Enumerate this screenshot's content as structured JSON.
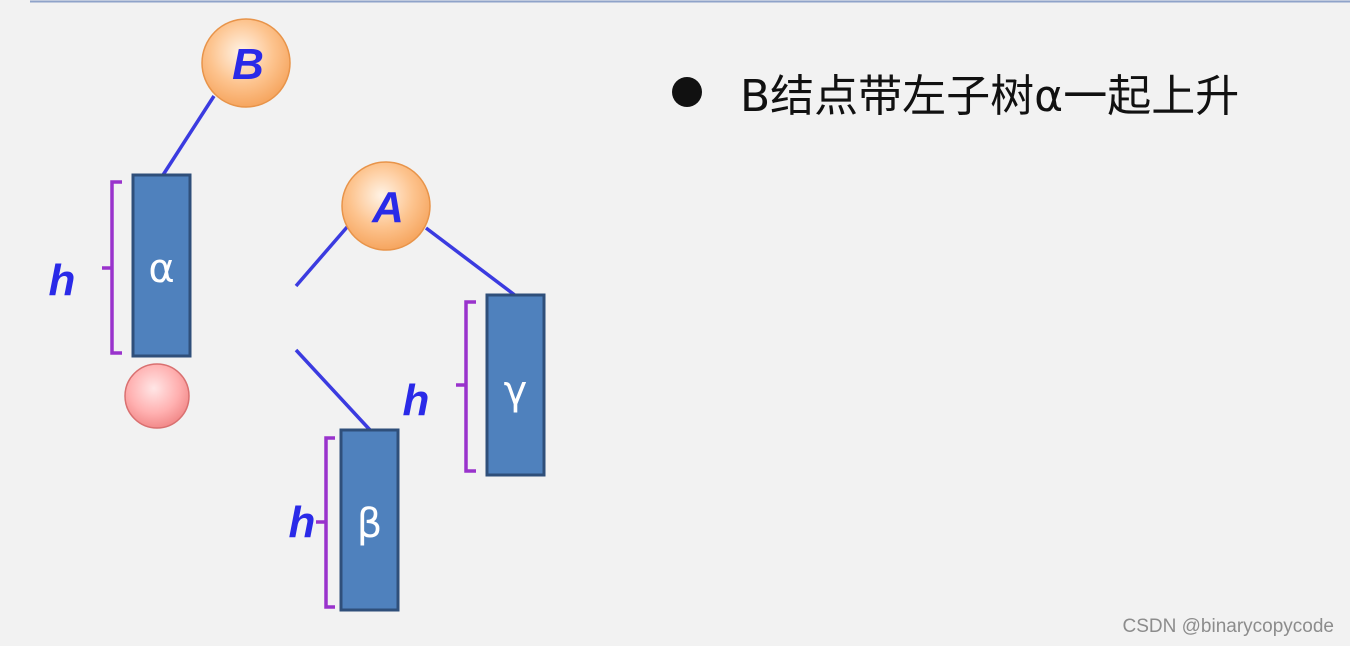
{
  "bullet": {
    "text": "B结点带左子树α一起上升"
  },
  "diagram": {
    "nodes": {
      "B": "B",
      "A": "A"
    },
    "subtrees": {
      "alpha": "α",
      "beta": "β",
      "gamma": "γ"
    },
    "height_label": "h",
    "colors": {
      "edge": "#3b3be0",
      "subtree_fill": "#4f81bd",
      "subtree_stroke": "#2f4f7a",
      "bracket": "#9933cc",
      "node_text": "#2a2ae8",
      "new_node_fill": "#ff9a9a"
    }
  },
  "watermark": "CSDN @binarycopycode"
}
